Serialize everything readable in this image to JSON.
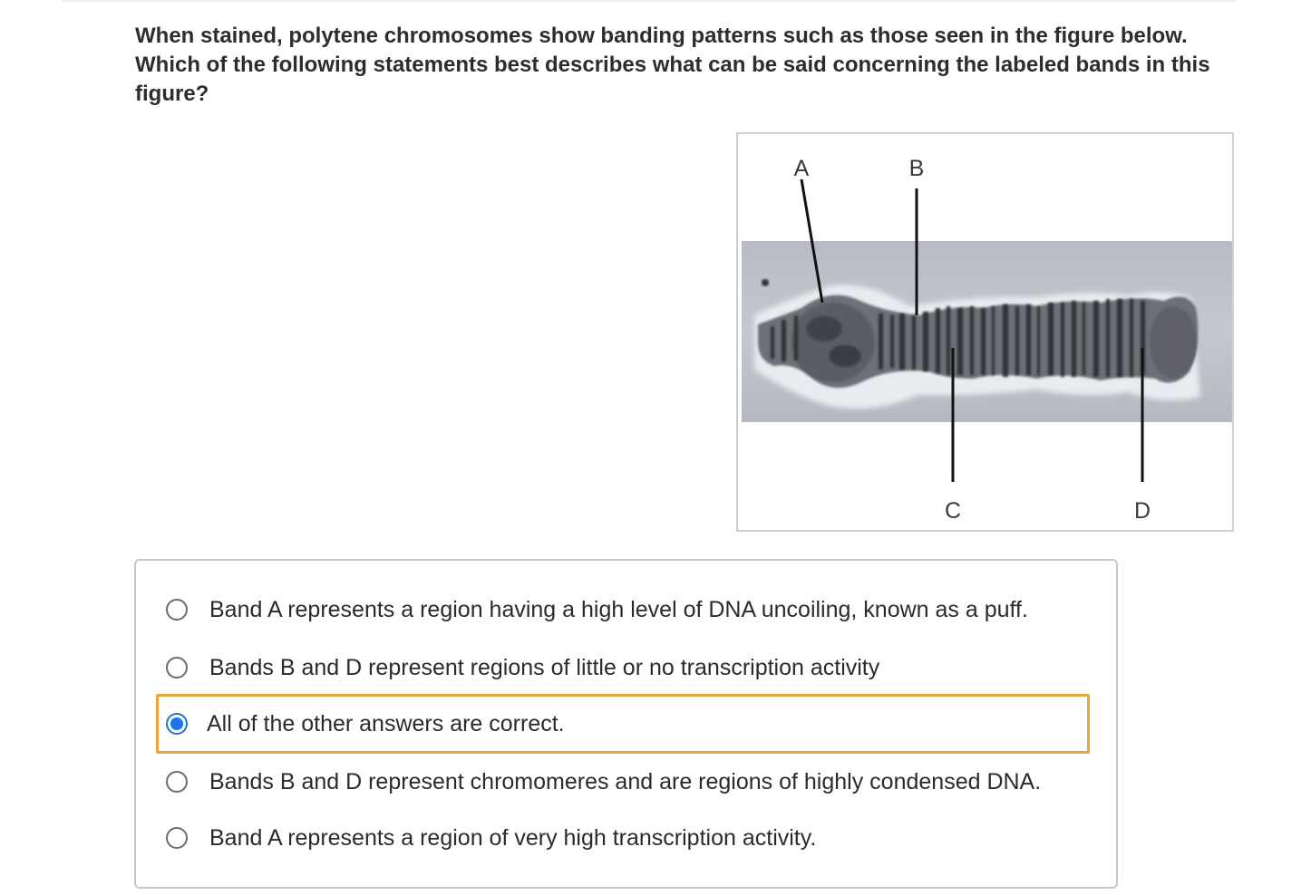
{
  "question": {
    "text": "When stained, polytene chromosomes show banding patterns such as those seen in the figure below. Which of the following statements best describes what can be said concerning the labeled bands in this figure?"
  },
  "figure": {
    "labels": {
      "a": "A",
      "b": "B",
      "c": "C",
      "d": "D"
    }
  },
  "answers": {
    "selected_index": 2,
    "options": [
      {
        "label": "Band A represents a region having a high level of DNA uncoiling, known as a puff."
      },
      {
        "label": "Bands B and D represent regions of little or no transcription activity"
      },
      {
        "label": "All of the other answers are correct."
      },
      {
        "label": "Bands B and D represent chromomeres and are regions of highly condensed DNA."
      },
      {
        "label": "Band A represents a region of very high transcription activity."
      }
    ]
  },
  "colors": {
    "selected_outline": "#f0a33a",
    "radio_selected": "#1a73e8"
  }
}
